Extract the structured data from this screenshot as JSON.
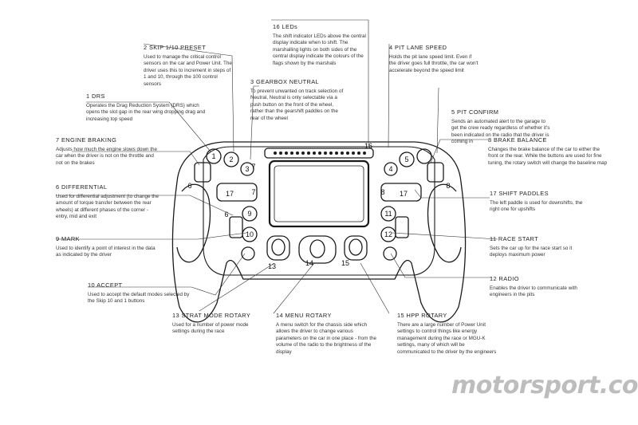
{
  "annotations": [
    {
      "id": "skip",
      "title": "2  SKIP 1/10 PRESET",
      "text": "Used to manage the critical control sensors on the car and Power Unit. The driver uses this to increment in steps of 1 and 10, through the 100 control sensors"
    },
    {
      "id": "leds",
      "title": "16  LEDs",
      "text": "The shift indicator LEDs above the central display indicate when to shift. The marshalling lights on both sides of the central display indicate the colours of the flags shown by the marshals"
    },
    {
      "id": "pitlane",
      "title": "4  PIT LANE SPEED",
      "text": "Holds the pit lane speed limit. Even if the driver goes full throttle, the car won't accelerate beyond the speed limit"
    },
    {
      "id": "gearbox",
      "title": "3  GEARBOX NEUTRAL",
      "text": "To prevent unwanted on track selection of Neutral, Neutral is only selectable via a push button on the front of the wheel, rather than the gearshift paddles on the rear of the wheel"
    },
    {
      "id": "drs",
      "title": "1  DRS",
      "text": "Operates the Drag Reduction System (DRS) which opens the slot gap in the rear wing dropping drag and increasing top speed"
    },
    {
      "id": "pitconfirm",
      "title": "5  PIT CONFIRM",
      "text": "Sends an automated alert to the garage to get the crew ready regardless of whether it's been indicated on the radio that the driver is coming in"
    },
    {
      "id": "enginebraking",
      "title": "7  ENGINE BRAKING",
      "text": "Adjusts how much the engine slows down the car when the driver is not on the throttle and not on the brakes"
    },
    {
      "id": "brakebalance",
      "title": "8  BRAKE BALANCE",
      "text": "Changes the brake balance of the car to either the front or the rear. While the buttons are used for fine tuning, the rotary switch will change the baseline map"
    },
    {
      "id": "differential",
      "title": "6  DIFFERENTIAL",
      "text": "Used for differential adjustment (to change the amount of torque transfer between the rear wheels) at different phases of the corner - entry, mid and exit"
    },
    {
      "id": "shiftpaddles",
      "title": "17  SHIFT PADDLES",
      "text": "The left paddle is used for downshifts, the right one for upshifts"
    },
    {
      "id": "mark",
      "title": "9 MARK",
      "text": "Used to identify a point of interest in the data as indicated by the driver"
    },
    {
      "id": "racestart",
      "title": "11  RACE START",
      "text": "Sets the car up for the race start so it deploys maximum power"
    },
    {
      "id": "accept",
      "title": "10  ACCEPT",
      "text": "Used to accept the default modes selected by the Skip 10 and 1 buttons"
    },
    {
      "id": "radio",
      "title": "12  RADIO",
      "text": "Enables the driver to communicate with engineers in the pits"
    },
    {
      "id": "strat",
      "title": "13 STRAT MODE ROTARY",
      "text": "Used for a number of power mode settings during the race"
    },
    {
      "id": "menu",
      "title": "14  MENU ROTARY",
      "text": "A menu switch for the chassis side which allows the driver to change various parameters on the car in one place - from the volume of the radio to the brightness of the display"
    },
    {
      "id": "hpp",
      "title": "15  HPP ROTARY",
      "text": "There are a large number of Power Unit settings to control things like energy management during the race or MGU-K settings, many of which will be communicated to the driver by the engineers"
    }
  ],
  "wheel_labels": {
    "l1": "1",
    "l2": "2",
    "l3": "3",
    "l4": "4",
    "l5": "5",
    "l6a": "6",
    "l6b": "6",
    "l7a": "7",
    "l7b": "7",
    "l8a": "8",
    "l8b": "8",
    "l9": "9",
    "l10": "10",
    "l11": "11",
    "l12": "12",
    "l13": "13",
    "l14": "14",
    "l15": "15",
    "l16": "16",
    "l17a": "17",
    "l17b": "17"
  },
  "watermark": "motorsport.com"
}
